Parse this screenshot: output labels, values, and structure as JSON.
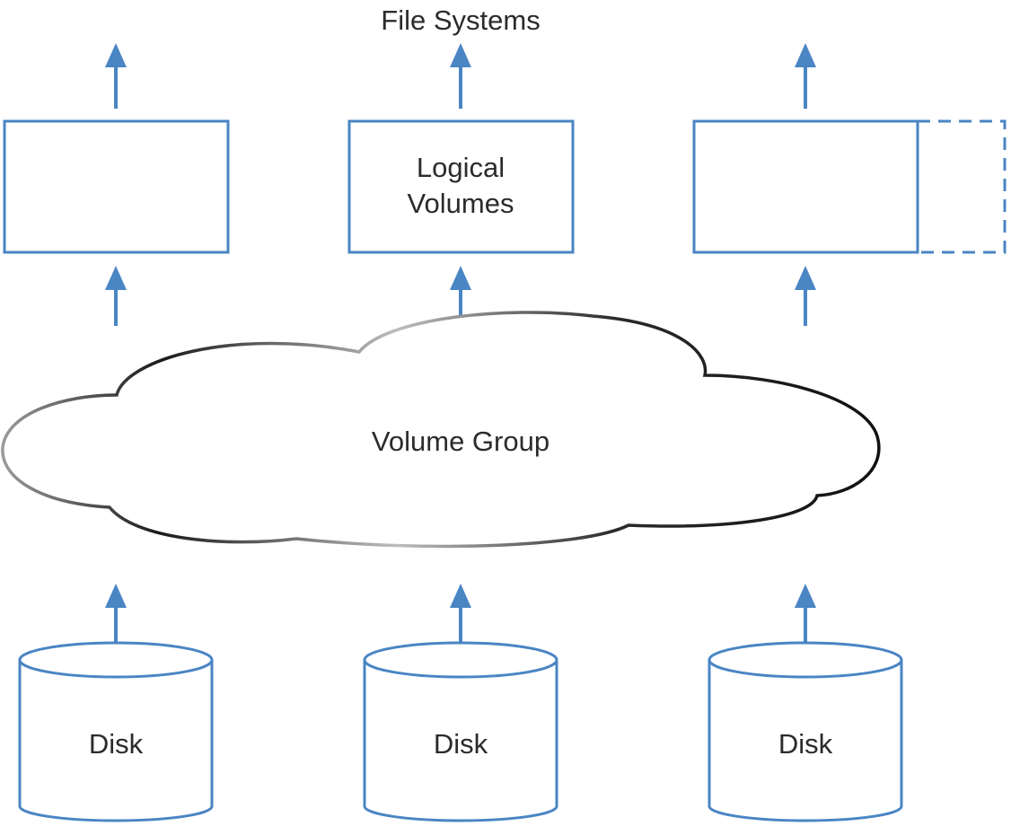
{
  "title": "File Systems",
  "logical_volume_label": [
    "Logical",
    "Volumes"
  ],
  "volume_group_label": "Volume Group",
  "disks": [
    {
      "label": "Disk"
    },
    {
      "label": "Disk"
    },
    {
      "label": "Disk"
    }
  ],
  "colors": {
    "accent": "#4a85c4",
    "text": "#2b2b2b",
    "cloud_stroke": "#1a1a1a",
    "cloud_stroke_light": "#a8a8a8"
  }
}
